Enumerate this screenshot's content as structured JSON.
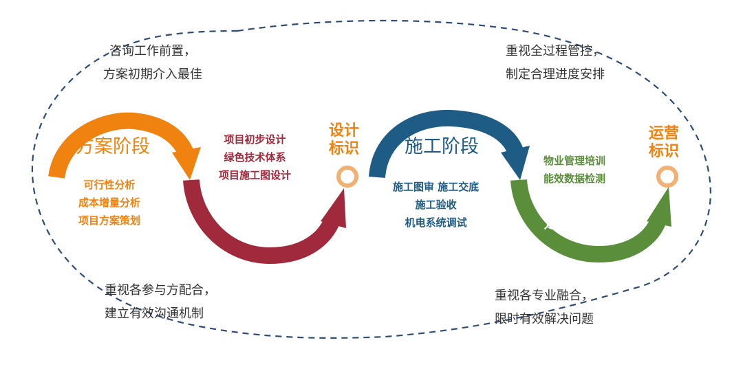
{
  "colors": {
    "orange": "#F0820F",
    "crimson": "#A02A3B",
    "blue": "#1E5C85",
    "green": "#5A8E3B",
    "dashed": "#2E4C73",
    "ring": "#F2B072"
  },
  "notes": {
    "top_left": [
      "咨询工作前置，",
      "方案初期介入最佳"
    ],
    "top_right": [
      "重视全过程管控，",
      "制定合理进度安排"
    ],
    "bottom_left": [
      "重视各参与方配合，",
      "建立有效沟通机制"
    ],
    "bottom_right": [
      "重视各专业融合，",
      "限时有效解决问题"
    ]
  },
  "stages": [
    {
      "title": "方案阶段",
      "items": [
        "可行性分析",
        "成本增量分析",
        "项目方案策划"
      ]
    },
    {
      "title": "设计阶段",
      "items": [
        "项目初步设计",
        "绿色技术体系",
        "项目施工图设计"
      ]
    },
    {
      "title": "施工阶段",
      "items": [
        "施工图审  施工交底",
        "施工验收",
        "机电系统调试"
      ]
    },
    {
      "title": "运营阶段",
      "items": [
        "物业管理培训",
        "能效数据检测"
      ]
    }
  ],
  "markers": [
    {
      "lines": [
        "设计",
        "标识"
      ]
    },
    {
      "lines": [
        "运营",
        "标识"
      ]
    }
  ]
}
